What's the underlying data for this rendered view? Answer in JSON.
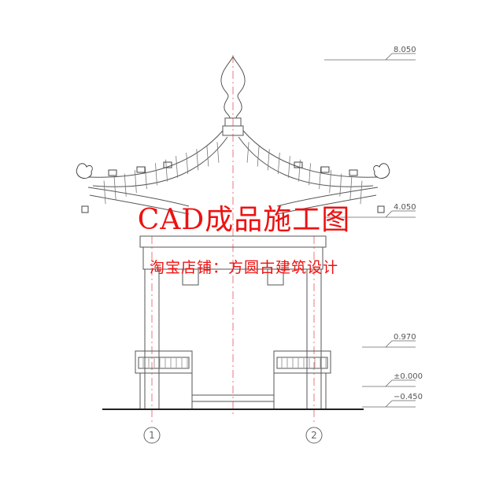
{
  "elevations": [
    "8.050",
    "4.050",
    "0.970",
    "±0.000",
    "−0.450"
  ],
  "axes": [
    "1",
    "2"
  ],
  "watermark": {
    "title": "CAD成品施工图",
    "subtitle": "淘宝店铺：方圆古建筑设计"
  },
  "colors": {
    "line": "#666666",
    "dark": "#333333",
    "centerline": "#e86a6a",
    "watermark": "#ee1111"
  }
}
